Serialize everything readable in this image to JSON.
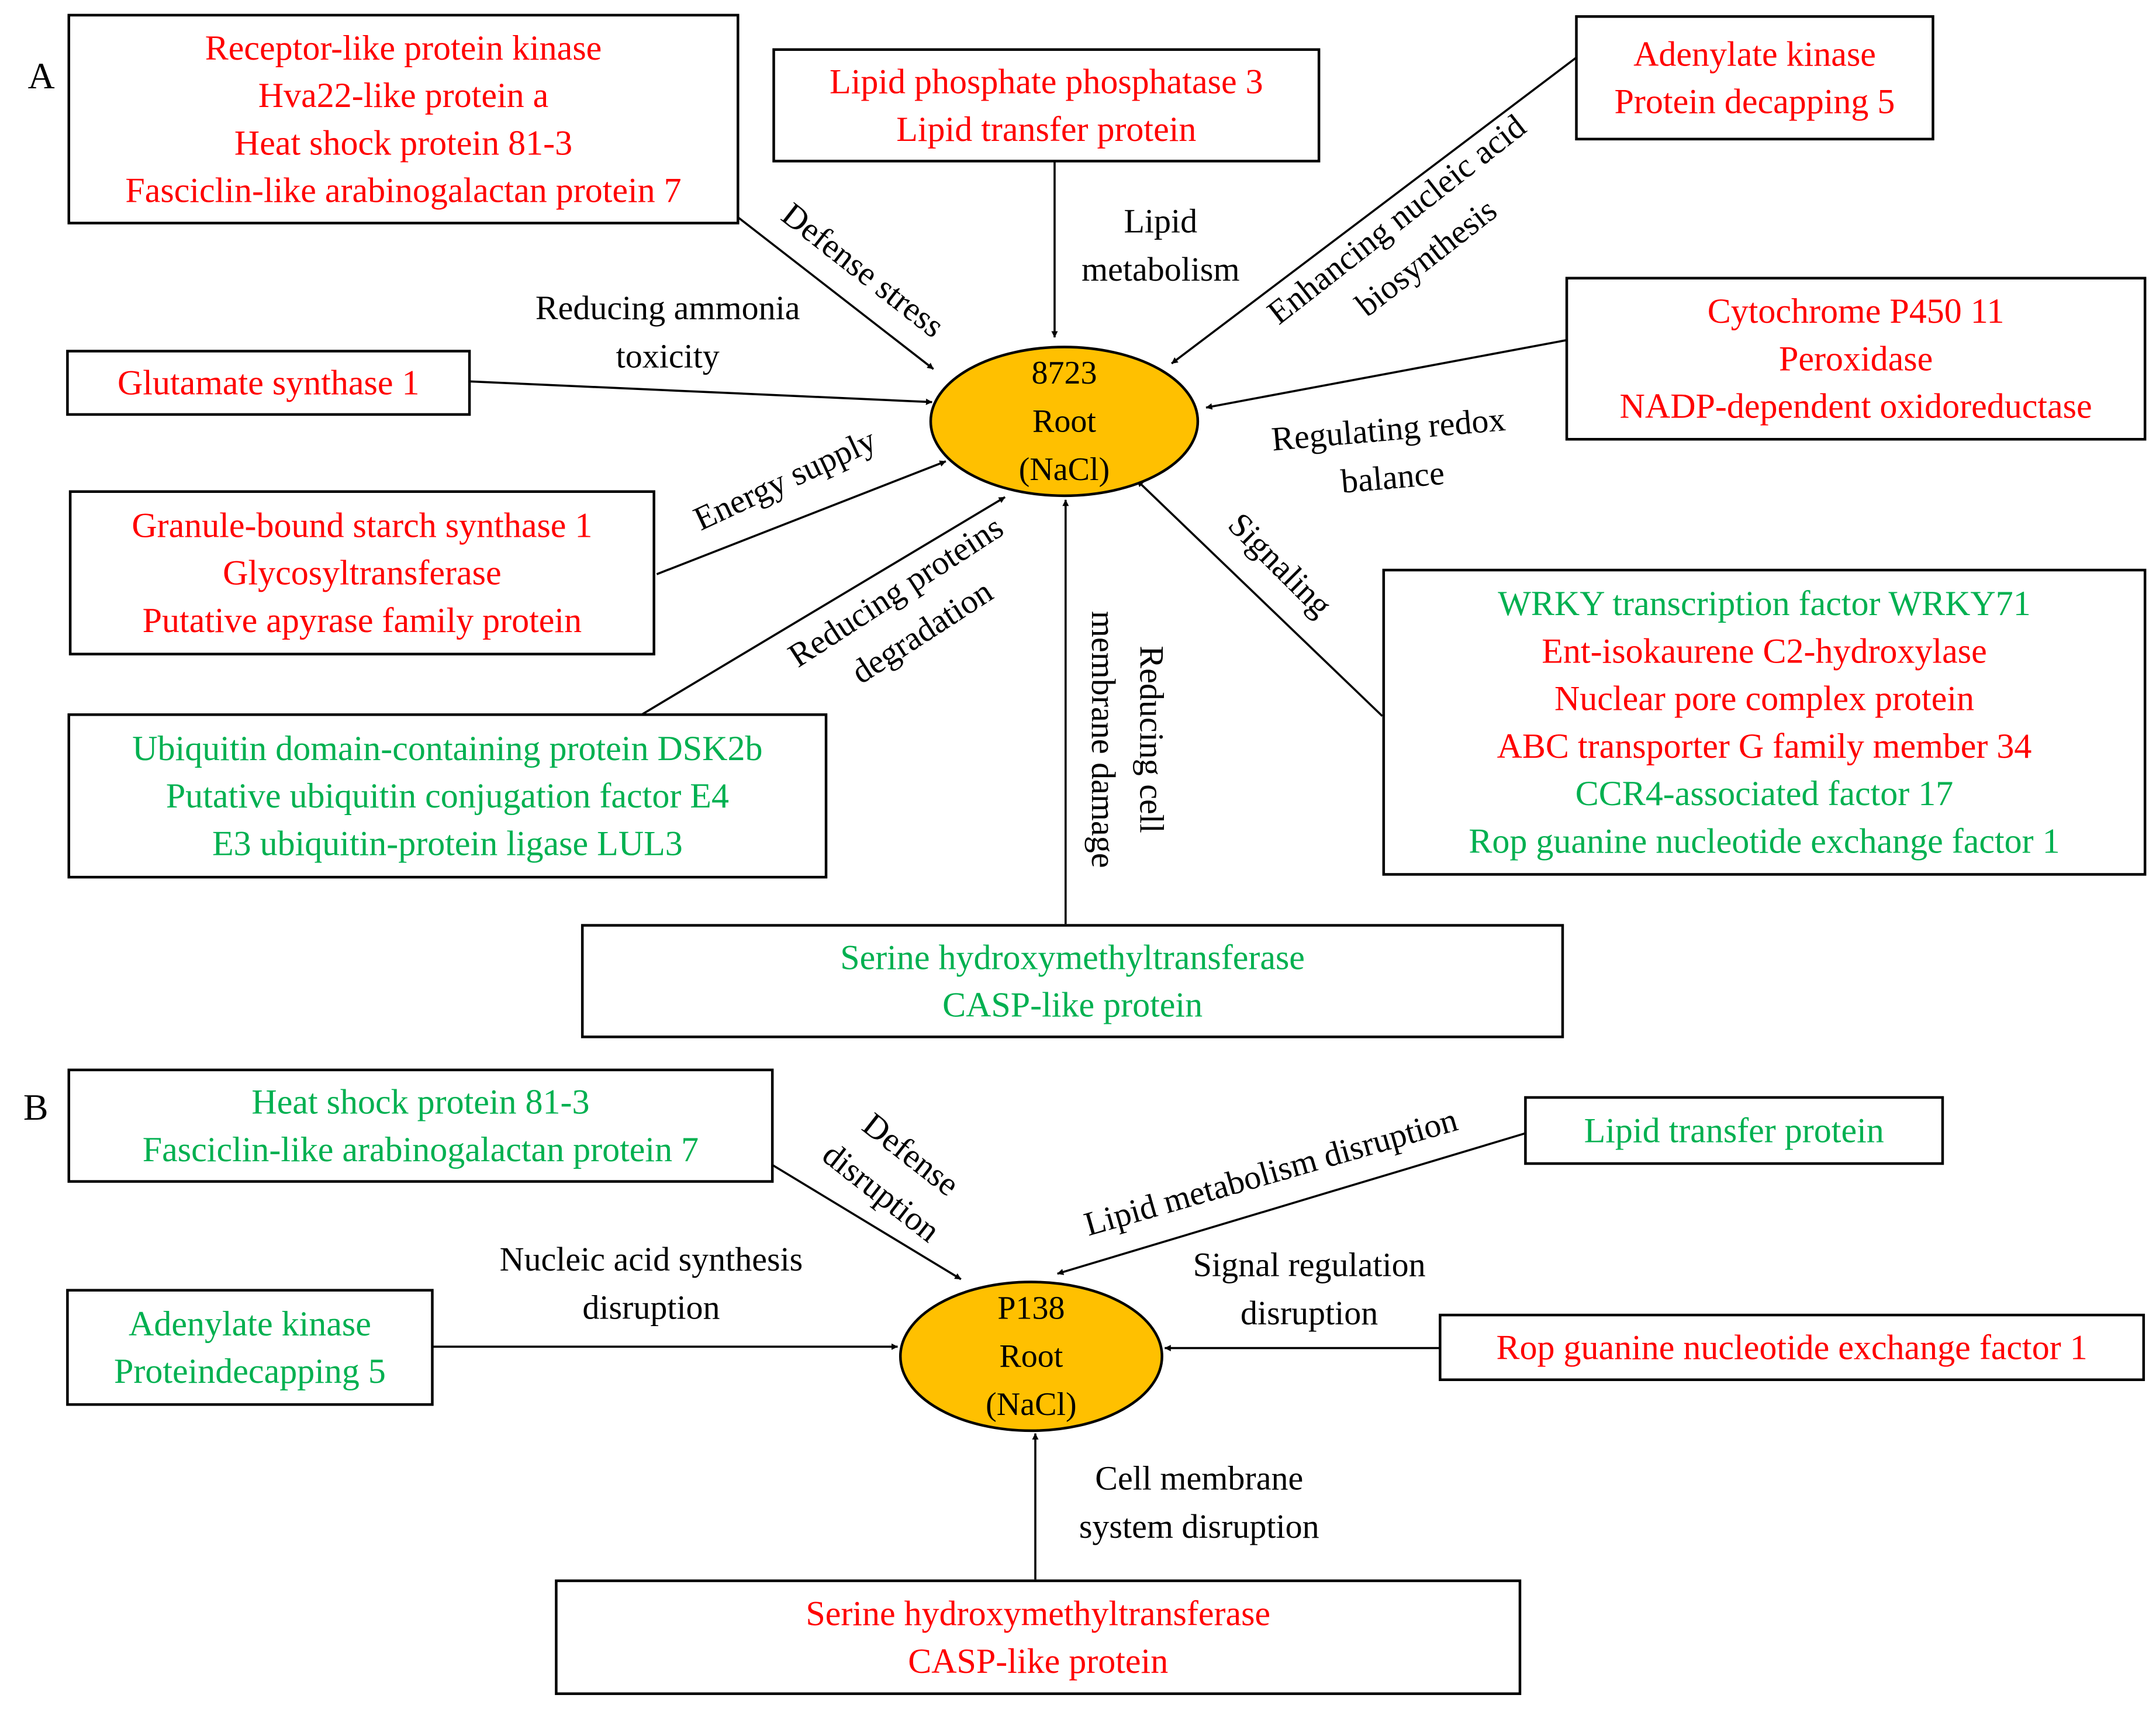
{
  "colors": {
    "up": "#FF0000",
    "down": "#00B050",
    "hub": "#FFC000",
    "line": "#000000"
  },
  "panels": [
    {
      "label": "A",
      "hub": {
        "lines": [
          "8723",
          "Root",
          "(NaCl)"
        ]
      },
      "boxes": [
        {
          "id": "a1",
          "items": [
            {
              "text": "Receptor-like protein kinase",
              "reg": "up"
            },
            {
              "text": "Hva22-like protein a",
              "reg": "up"
            },
            {
              "text": "Heat shock protein 81-3",
              "reg": "up"
            },
            {
              "text": "Fasciclin-like arabinogalactan protein 7",
              "reg": "up"
            }
          ]
        },
        {
          "id": "a2",
          "items": [
            {
              "text": "Lipid phosphate phosphatase 3",
              "reg": "up"
            },
            {
              "text": "Lipid transfer protein",
              "reg": "up"
            }
          ]
        },
        {
          "id": "a3",
          "items": [
            {
              "text": "Adenylate kinase",
              "reg": "up"
            },
            {
              "text": "Protein decapping 5",
              "reg": "up"
            }
          ]
        },
        {
          "id": "a4",
          "items": [
            {
              "text": "Glutamate synthase 1",
              "reg": "up"
            }
          ]
        },
        {
          "id": "a5",
          "items": [
            {
              "text": "Cytochrome P450 11",
              "reg": "up"
            },
            {
              "text": "Peroxidase",
              "reg": "up"
            },
            {
              "text": "NADP-dependent oxidoreductase",
              "reg": "up"
            }
          ]
        },
        {
          "id": "a6",
          "items": [
            {
              "text": "Granule-bound starch synthase 1",
              "reg": "up"
            },
            {
              "text": "Glycosyltransferase",
              "reg": "up"
            },
            {
              "text": "Putative apyrase family protein",
              "reg": "up"
            }
          ]
        },
        {
          "id": "a7",
          "items": [
            {
              "text": "Ubiquitin domain-containing protein DSK2b",
              "reg": "down"
            },
            {
              "text": "Putative ubiquitin conjugation factor E4",
              "reg": "down"
            },
            {
              "text": "E3 ubiquitin-protein ligase LUL3",
              "reg": "down"
            }
          ]
        },
        {
          "id": "a8",
          "items": [
            {
              "text": "WRKY transcription factor WRKY71",
              "reg": "down"
            },
            {
              "text": "Ent-isokaurene C2-hydroxylase",
              "reg": "up"
            },
            {
              "text": "Nuclear pore complex protein",
              "reg": "up"
            },
            {
              "text": "ABC transporter G family member 34",
              "reg": "up"
            },
            {
              "text": "CCR4-associated factor 17",
              "reg": "down"
            },
            {
              "text": "Rop guanine nucleotide exchange factor 1",
              "reg": "down"
            }
          ]
        },
        {
          "id": "a9",
          "items": [
            {
              "text": "Serine hydroxymethyltransferase",
              "reg": "down"
            },
            {
              "text": "CASP-like protein",
              "reg": "down"
            }
          ]
        }
      ],
      "edges": [
        {
          "id": "defense-stress",
          "lines": [
            "Defense stress"
          ]
        },
        {
          "id": "lipid-metabolism",
          "lines": [
            "Lipid",
            "metabolism"
          ]
        },
        {
          "id": "enhancing-nucleic-acid-biosynthesis",
          "lines": [
            "Enhancing nucleic acid",
            "biosynthesis"
          ]
        },
        {
          "id": "reducing-ammonia-toxicity",
          "lines": [
            "Reducing ammonia",
            "toxicity"
          ]
        },
        {
          "id": "regulating-redox-balance",
          "lines": [
            "Regulating redox",
            "balance"
          ]
        },
        {
          "id": "energy-supply",
          "lines": [
            "Energy supply"
          ]
        },
        {
          "id": "signaling",
          "lines": [
            "Signaling"
          ]
        },
        {
          "id": "reducing-proteins-degradation",
          "lines": [
            "Reducing proteins",
            "degradation"
          ]
        },
        {
          "id": "reducing-cell-membrane-damage",
          "lines": [
            "Reducing cell",
            "membrane damage"
          ]
        }
      ]
    },
    {
      "label": "B",
      "hub": {
        "lines": [
          "P138",
          "Root",
          "(NaCl)"
        ]
      },
      "boxes": [
        {
          "id": "b1",
          "items": [
            {
              "text": "Heat shock protein 81-3",
              "reg": "down"
            },
            {
              "text": "Fasciclin-like arabinogalactan protein 7",
              "reg": "down"
            }
          ]
        },
        {
          "id": "b2",
          "items": [
            {
              "text": "Lipid transfer protein",
              "reg": "down"
            }
          ]
        },
        {
          "id": "b3",
          "items": [
            {
              "text": "Adenylate kinase",
              "reg": "down"
            },
            {
              "text": "Proteindecapping 5",
              "reg": "down"
            }
          ]
        },
        {
          "id": "b4",
          "items": [
            {
              "text": "Rop guanine nucleotide exchange factor 1",
              "reg": "up"
            }
          ]
        },
        {
          "id": "b5",
          "items": [
            {
              "text": "Serine hydroxymethyltransferase",
              "reg": "up"
            },
            {
              "text": "CASP-like protein",
              "reg": "up"
            }
          ]
        }
      ],
      "edges": [
        {
          "id": "defense-disruption",
          "lines": [
            "Defense",
            "disruption"
          ]
        },
        {
          "id": "lipid-metabolism-disruption",
          "lines": [
            "Lipid metabolism disruption"
          ]
        },
        {
          "id": "nucleic-acid-synthesis-disruption",
          "lines": [
            "Nucleic acid synthesis",
            "disruption"
          ]
        },
        {
          "id": "signal-regulation-disruption",
          "lines": [
            "Signal regulation",
            "disruption"
          ]
        },
        {
          "id": "cell-membrane-system-disruption",
          "lines": [
            "Cell membrane",
            "system disruption"
          ]
        }
      ]
    }
  ]
}
